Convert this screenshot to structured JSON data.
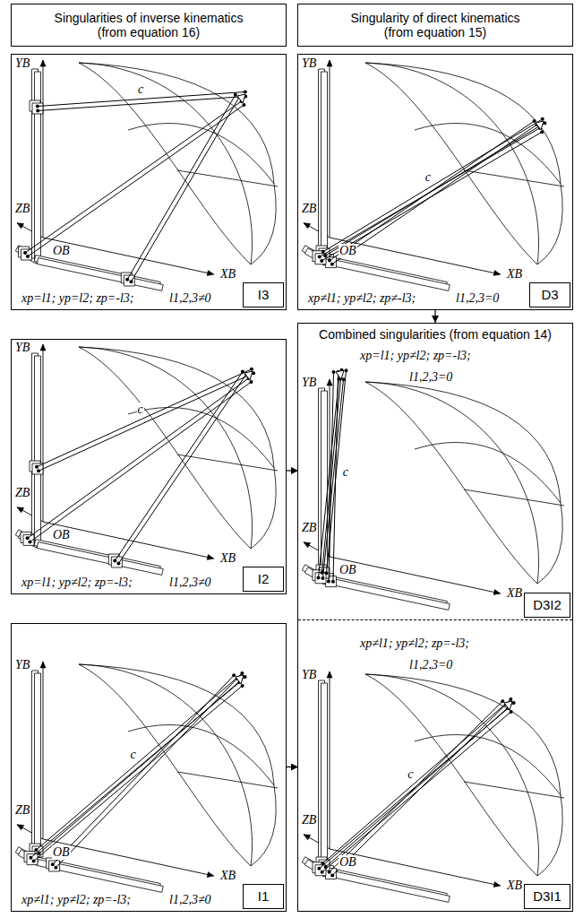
{
  "diagram": {
    "nodes": [
      {
        "text": [
          "Singularities of inverse kinematics (from equation 16)"
        ]
      },
      {
        "text": [
          "Singularity of direct kinematics (from equation 15)"
        ]
      },
      {
        "text": [
          "YB",
          "ZB",
          "OB",
          "XB",
          "c",
          "xp=l1; yp=l2; zp=-l3;",
          "l1,2,3≠0"
        ]
      },
      {
        "text": [
          "I3"
        ],
        "in": 2
      },
      {
        "text": [
          "YB",
          "ZB",
          "OB",
          "XB",
          "c",
          "xp≠l1; yp≠l2; zp≠-l3;",
          "l1,2,3=0"
        ]
      },
      {
        "text": [
          "D3"
        ],
        "in": 4
      },
      {
        "text": [
          "YB",
          "ZB",
          "OB",
          "XB",
          "c",
          "xp=l1; yp≠l2; zp=-l3;",
          "l1,2,3≠0"
        ]
      },
      {
        "text": [
          "I2"
        ],
        "in": 6
      },
      {
        "text": [
          "Combined singularities (from equation 14)"
        ]
      },
      {
        "text": [
          "YB",
          "ZB",
          "OB",
          "XB",
          "c",
          "xp=l1; yp≠l2; zp=-l3;",
          "l1,2,3=0"
        ],
        "in": 8
      },
      {
        "text": [
          "D3I2"
        ],
        "in": 9
      },
      {
        "text": [
          "YB",
          "ZB",
          "OB",
          "XB",
          "c",
          "xp≠l1; yp≠l2; zp=-l3;",
          "l1,2,3=0"
        ],
        "in": 8
      },
      {
        "text": [
          "D3I1"
        ],
        "in": 11
      },
      {
        "text": [
          "YB",
          "ZB",
          "OB",
          "XB",
          "c",
          "xp≠l1; yp≠l2; zp=-l3;",
          "l1,2,3≠0"
        ]
      },
      {
        "text": [
          "I1"
        ],
        "in": 13
      }
    ],
    "edges": [
      {
        "from": 4,
        "to": 8,
        "arrow": "to"
      },
      {
        "from": 6,
        "to": 9,
        "arrow": "to"
      },
      {
        "from": 13,
        "to": 11,
        "arrow": "to"
      }
    ]
  }
}
